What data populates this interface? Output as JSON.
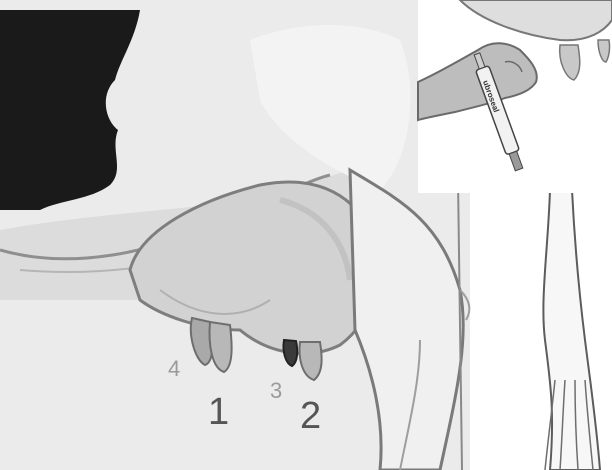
{
  "diagram": {
    "quarter_labels": [
      {
        "id": "left-rear",
        "text": "4"
      },
      {
        "id": "left-front",
        "text": "1"
      },
      {
        "id": "right-rear",
        "text": "3"
      },
      {
        "id": "right-front",
        "text": "2"
      }
    ],
    "inset": {
      "syringe_label": "ubroseal"
    }
  }
}
